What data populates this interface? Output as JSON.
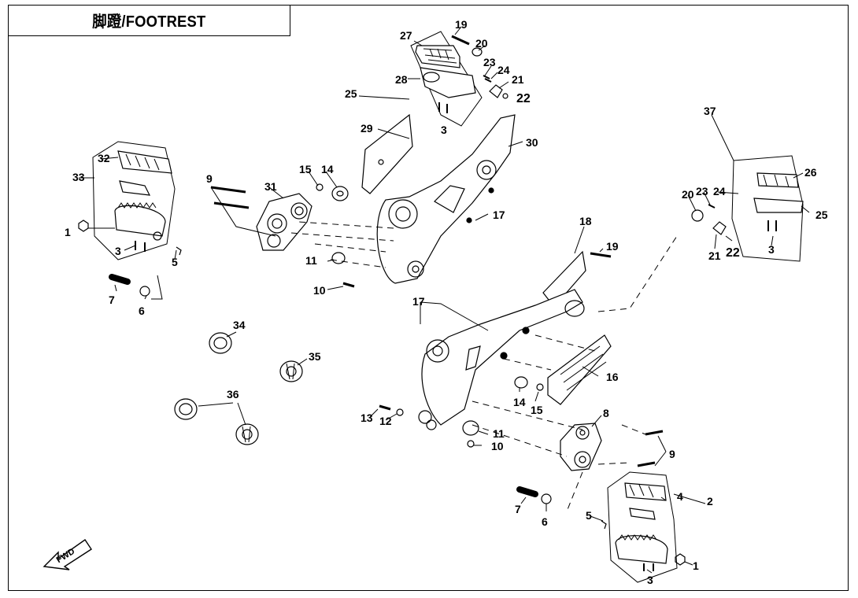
{
  "title": "脚蹬/FOOTREST",
  "fwd_label": "FWD",
  "callouts": [
    "1",
    "2",
    "3",
    "4",
    "5",
    "6",
    "7",
    "8",
    "9",
    "10",
    "11",
    "12",
    "13",
    "14",
    "15",
    "16",
    "17",
    "18",
    "19",
    "20",
    "21",
    "22",
    "23",
    "24",
    "25",
    "26",
    "27",
    "28",
    "29",
    "30",
    "31",
    "32",
    "33",
    "34",
    "35",
    "36",
    "37"
  ],
  "colors": {
    "line": "#000000",
    "background": "#ffffff"
  }
}
